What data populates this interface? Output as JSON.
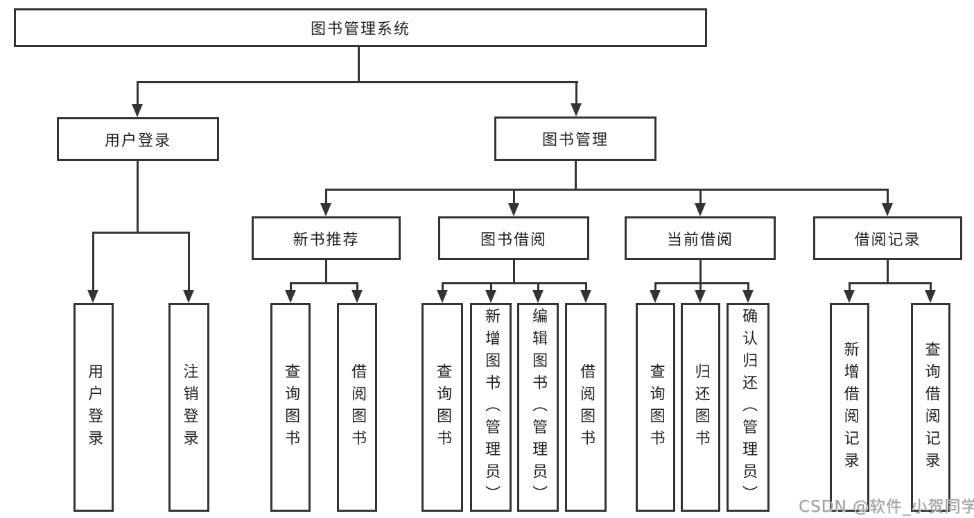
{
  "nodes": {
    "root": "图书管理系统",
    "user_login": "用户登录",
    "book_mgmt": "图书管理",
    "new_book": "新书推荐",
    "book_borrow": "图书借阅",
    "current_borrow": "当前借阅",
    "borrow_record": "借阅记录"
  },
  "leaves": {
    "user_login": [
      "用户登录",
      "注销登录"
    ],
    "new_book": [
      "查询图书",
      "借阅图书"
    ],
    "book_borrow": [
      "查询图书",
      "新增图书（管理员）",
      "编辑图书（管理员）",
      "借阅图书"
    ],
    "current_borrow": [
      "查询图书",
      "归还图书",
      "确认归还（管理员）"
    ],
    "borrow_record": [
      "新增借阅记录",
      "查询借阅记录"
    ]
  },
  "watermark": {
    "text": "CSDN @软件_小贺同学"
  },
  "colors": {
    "line": "#333333",
    "box_border": "#333333",
    "text": "#222222",
    "watermark": "#a0a0a0",
    "background": "#ffffff"
  }
}
